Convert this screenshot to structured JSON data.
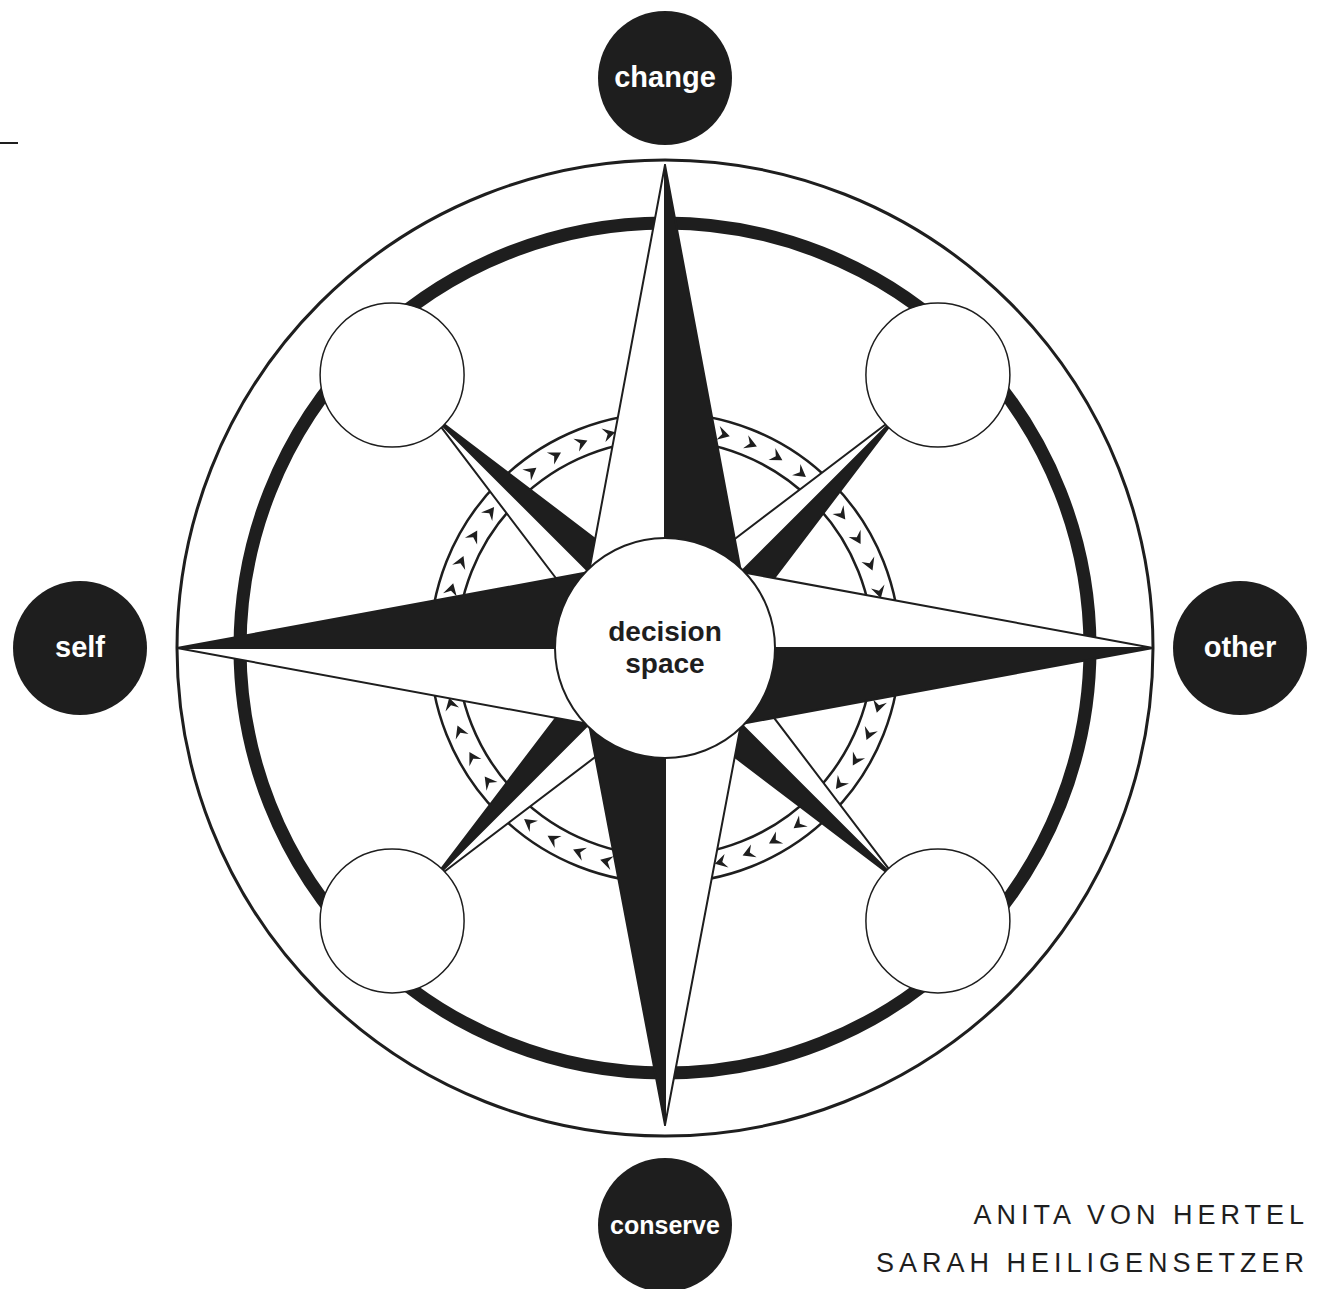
{
  "diagram": {
    "nodes": [
      {
        "text": [
          "change"
        ]
      },
      {
        "text": [
          "self"
        ]
      },
      {
        "text": [
          "decision space"
        ]
      },
      {
        "text": [
          "other"
        ]
      },
      {
        "text": [
          "conserve"
        ]
      }
    ],
    "labels": [
      "ANITA VON HERTEL",
      "SARAH HEILIGENSETZER"
    ]
  }
}
